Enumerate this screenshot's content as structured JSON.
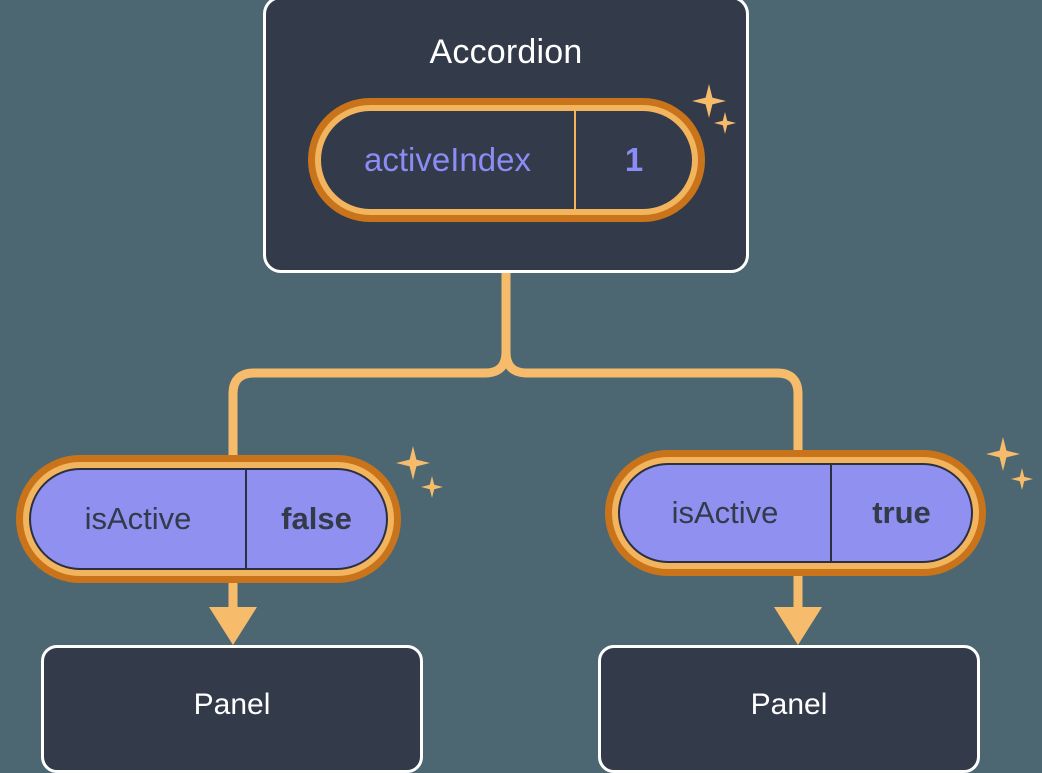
{
  "diagram": {
    "type": "component-state-tree",
    "background_color": "#4c6771",
    "accent_color": "#f3b45e",
    "accent_dark_color": "#c9741a",
    "card_color": "#333a49",
    "value_color": "#8b8cf5",
    "pill_fill_color": "#8f90f0"
  },
  "root": {
    "title": "Accordion",
    "state": {
      "key": "activeIndex",
      "value": "1"
    },
    "sparkle_icon": "sparkle-icon"
  },
  "branches": [
    {
      "prop": {
        "key": "isActive",
        "value": "false"
      },
      "child": {
        "title": "Panel"
      },
      "sparkle_icon": "sparkle-icon"
    },
    {
      "prop": {
        "key": "isActive",
        "value": "true"
      },
      "child": {
        "title": "Panel"
      },
      "sparkle_icon": "sparkle-icon"
    }
  ]
}
